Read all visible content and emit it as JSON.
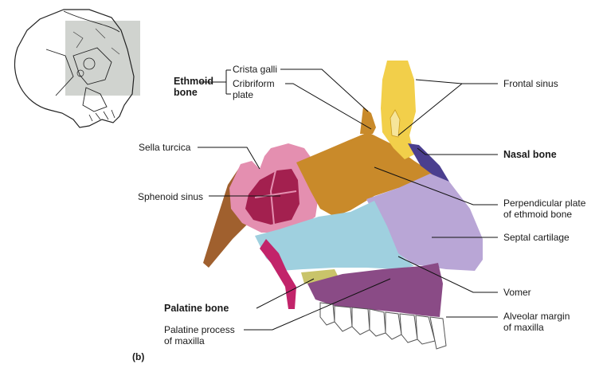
{
  "figure_tag": "(b)",
  "group_label": {
    "line1": "Ethmoid",
    "line2": "bone"
  },
  "labels": {
    "crista_galli": "Crista galli",
    "cribriform_line1": "Cribriform",
    "cribriform_line2": "plate",
    "sella_turcica": "Sella turcica",
    "sphenoid_sinus": "Sphenoid sinus",
    "palatine_bone": "Palatine bone",
    "palatine_process_line1": "Palatine process",
    "palatine_process_line2": "of maxilla",
    "frontal_sinus": "Frontal sinus",
    "nasal_bone": "Nasal bone",
    "perp_plate_line1": "Perpendicular plate",
    "perp_plate_line2": "of ethmoid bone",
    "septal_cartilage": "Septal cartilage",
    "vomer": "Vomer",
    "alveolar_line1": "Alveolar margin",
    "alveolar_line2": "of maxilla"
  },
  "colors": {
    "ethmoid": "#c98a2a",
    "frontal": "#f2cf4a",
    "nasal_bone": "#4b3f8f",
    "septal_cartilage": "#b9a6d6",
    "vomer": "#9fd0df",
    "sphenoid": "#e48fb0",
    "sphenoid_sinus": "#a3204f",
    "palatine": "#c9c46a",
    "maxilla": "#8a4b86",
    "occipital": "#a0602e",
    "teeth": "#ffffff",
    "inset_highlight": "#d0d3cf"
  }
}
